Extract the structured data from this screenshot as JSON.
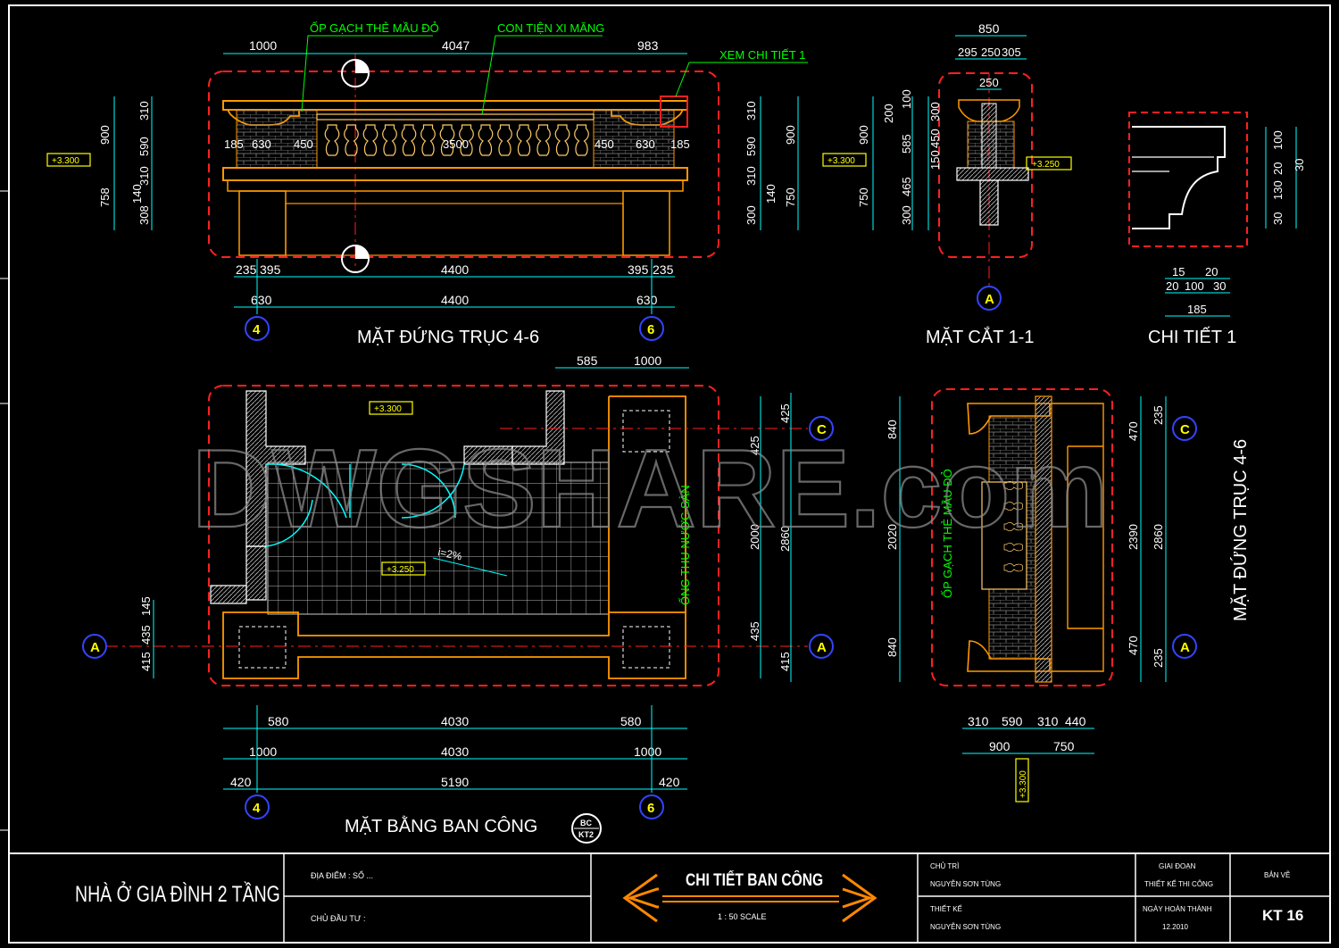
{
  "colors": {
    "background": "#000000",
    "frame": "#ffffff",
    "dimension": "#00ffff",
    "outline_orange": "#ff9900",
    "outline_yellow": "#ffff66",
    "boundary_red": "#ff2020",
    "hatch_grey": "#aaaaaa",
    "axis_bubble": "#3344ff",
    "label_white": "#ffffff",
    "annotation_yellow": "#ffff00",
    "arrow_orange": "#ff8800"
  },
  "watermark": "DWGSHARE.com",
  "views": {
    "elevation": {
      "title": "MẶT ĐỨNG TRỤC 4-6",
      "callout_tile": "ỐP GẠCH THẺ MẦU ĐỎ",
      "callout_baluster": "CON TIỆN XI MĂNG",
      "callout_detail": "XEM CHI TIẾT 1",
      "level": "+3.300",
      "top_dims": [
        "1000",
        "4047",
        "983"
      ],
      "inner_dims": [
        "185",
        "630",
        "450",
        "3500",
        "450",
        "630",
        "185"
      ],
      "bottom_dims_1": [
        "235",
        "395",
        "4400",
        "395",
        "235"
      ],
      "bottom_dims_2": [
        "630",
        "4400",
        "630"
      ],
      "left_dims_outer": [
        "900",
        "758"
      ],
      "left_dims_inner": [
        "310",
        "590",
        "310",
        "140",
        "308"
      ],
      "right_dims_inner": [
        "310",
        "590",
        "310",
        "140",
        "300"
      ],
      "right_dims_outer": [
        "900",
        "750"
      ],
      "axes": [
        "4",
        "6"
      ]
    },
    "section": {
      "title": "MẶT CẮT 1-1",
      "top_dims": [
        "850",
        "295",
        "250",
        "305",
        "250"
      ],
      "left_dims_outer": [
        "900",
        "750"
      ],
      "left_dims_inner": [
        "200",
        "100",
        "585",
        "300",
        "150",
        "450",
        "465",
        "300"
      ],
      "level_1": "+3.300",
      "level_2": "+3.250",
      "axis": "A"
    },
    "detail": {
      "title": "CHI TIẾT 1",
      "right_dims": [
        "100",
        "20",
        "130",
        "30",
        "30"
      ],
      "bottom_dims_1": [
        "15",
        "20"
      ],
      "bottom_dims_2": [
        "20",
        "100",
        "30"
      ],
      "bottom_dims_3": [
        "185"
      ]
    },
    "plan": {
      "title": "MẶT BẰNG BAN CÔNG",
      "level_1": "+3.300",
      "level_2": "+3.250",
      "slope": "i=2%",
      "pipe_label": "ỐNG THU NƯỚC SÀN",
      "top_dims": [
        "585",
        "1000"
      ],
      "right_dims_inner": [
        "425",
        "2000",
        "435"
      ],
      "right_dims_outer": [
        "425",
        "2860",
        "415"
      ],
      "left_dims": [
        "145",
        "435",
        "415"
      ],
      "bottom_dims_1": [
        "580",
        "4030",
        "580"
      ],
      "bottom_dims_2": [
        "1000",
        "4030",
        "1000"
      ],
      "bottom_dims_3": [
        "420",
        "5190",
        "420"
      ],
      "axes_bottom": [
        "4",
        "6"
      ],
      "axes_side": [
        "A",
        "A",
        "C"
      ],
      "badge_top": "BC",
      "badge_bottom": "KT2"
    },
    "side_elevation": {
      "title": "MẶT ĐỨNG TRỤC 4-6",
      "tile_label": "ỐP GẠCH THẺ MẦU ĐỎ",
      "left_dims": [
        "840",
        "2020",
        "840"
      ],
      "right_dims_inner": [
        "470",
        "2390",
        "470"
      ],
      "right_dims_edge": [
        "235",
        "235"
      ],
      "right_dims_outer": [
        "2860"
      ],
      "bottom_dims_1": [
        "310",
        "590",
        "310",
        "440"
      ],
      "bottom_dims_2": [
        "900",
        "750"
      ],
      "level": "+3.300",
      "axes": [
        "C",
        "A"
      ]
    }
  },
  "title_block": {
    "project": "NHÀ Ở GIA ĐÌNH 2 TẦNG",
    "location_label": "ĐỊA ĐIỂM : SỐ ...",
    "owner_label": "CHỦ ĐẦU TƯ :",
    "drawing_title": "CHI TIẾT BAN CÔNG",
    "scale": "1 : 50 SCALE",
    "chief_label": "CHỦ TRÌ",
    "chief_name": "NGUYỄN SƠN TÙNG",
    "designer_label": "THIẾT KẾ",
    "designer_name": "NGUYỄN SƠN TÙNG",
    "phase_label": "GIAI ĐOẠN",
    "phase_value": "THIẾT KẾ THI CÔNG",
    "date_label": "NGÀY HOÀN THÀNH",
    "date_value": "12.2010",
    "sheet_label": "BẢN VẼ",
    "sheet_number": "KT 16"
  }
}
